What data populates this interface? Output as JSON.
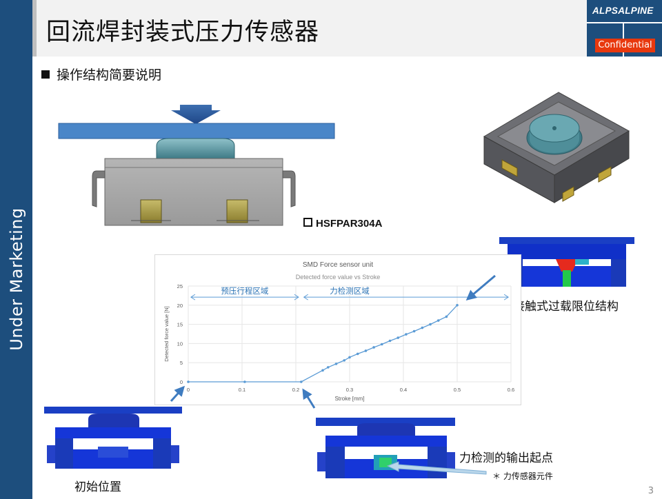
{
  "sidebar": {
    "text": "Under Marketing"
  },
  "header": {
    "title": "回流焊封装式压力传感器",
    "brand": "ALPSALPINE",
    "confidential": "Confidential"
  },
  "content": {
    "bullet": "操作结构简要说明",
    "model": "HSFPAR304A",
    "captions": {
      "overload": "接触式过载限位结构",
      "initial": "初始位置",
      "start": "力检测的输出起点",
      "sensor": "＊ 力传感器元件"
    },
    "page_number": "3"
  },
  "colors": {
    "sidebar": "#1d4e7d",
    "confidential": "#e8380d",
    "series": "#5b9bd5"
  },
  "chart_data": {
    "type": "line",
    "title": "SMD Force sensor unit",
    "subtitle": "Detected force value vs Stroke",
    "xlabel": "Stroke [mm]",
    "ylabel": "Detected force value [N]",
    "xlim": [
      0,
      0.6
    ],
    "ylim": [
      0,
      25
    ],
    "x_ticks": [
      "0",
      "0.1",
      "0.2",
      "0.3",
      "0.4",
      "0.5",
      "0.6"
    ],
    "y_ticks": [
      "0",
      "5",
      "10",
      "15",
      "20",
      "25"
    ],
    "grid": true,
    "series": [
      {
        "x": [
          0,
          0.105,
          0.21,
          0.25,
          0.26,
          0.275,
          0.29,
          0.3,
          0.315,
          0.33,
          0.345,
          0.36,
          0.375,
          0.39,
          0.405,
          0.42,
          0.435,
          0.45,
          0.465,
          0.48,
          0.5
        ],
        "y": [
          0,
          0,
          0,
          3.0,
          3.8,
          4.7,
          5.6,
          6.4,
          7.3,
          8.1,
          9.0,
          9.8,
          10.7,
          11.5,
          12.4,
          13.2,
          14.1,
          15.0,
          16.0,
          17.0,
          20.0
        ]
      }
    ],
    "annotations": {
      "pre_stroke": "预压行程区域",
      "detect_range": "力检测区域"
    }
  }
}
